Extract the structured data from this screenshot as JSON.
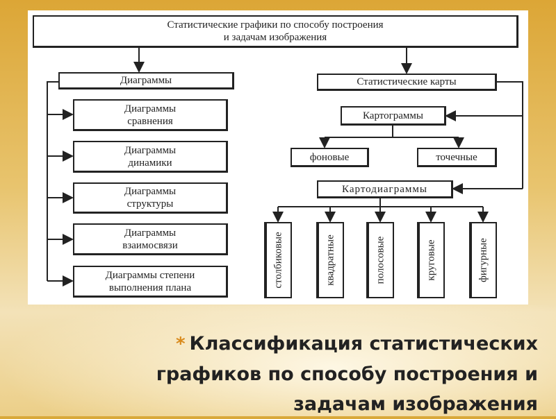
{
  "diagram": {
    "root": "Статистические графики по способу построения и задачам изображения",
    "root_line1": "Статистические графики по способу построения",
    "root_line2": "и задачам изображения",
    "diagrams": {
      "label": "Диаграммы",
      "children": [
        {
          "l1": "Диаграммы",
          "l2": "сравнения"
        },
        {
          "l1": "Диаграммы",
          "l2": "динамики"
        },
        {
          "l1": "Диаграммы",
          "l2": "структуры"
        },
        {
          "l1": "Диаграммы",
          "l2": "взаимосвязи"
        },
        {
          "l1": "Диаграммы степени",
          "l2": "выполнения плана"
        }
      ]
    },
    "maps": {
      "label": "Статистические карты",
      "cartograms": {
        "label": "Картограммы",
        "children": [
          "фоновые",
          "точечные"
        ]
      },
      "cartodiagrams": {
        "label": "Картодиаграммы",
        "children": [
          "столбиковые",
          "квадратные",
          "полосовые",
          "круговые",
          "фигурные"
        ]
      }
    }
  },
  "slide": {
    "bullet": "*",
    "title": "Классификация статистических графиков по способу построения и задачам изображения"
  },
  "colors": {
    "accent": "#d98a1c",
    "background": "#dca636"
  }
}
